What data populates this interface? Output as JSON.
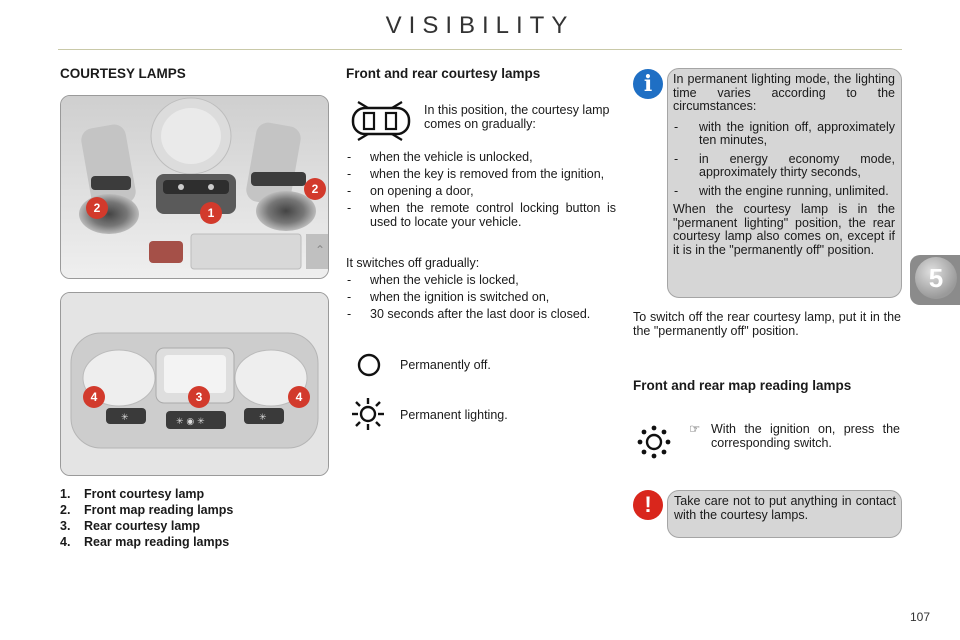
{
  "header": {
    "title": "VISIBILITY"
  },
  "left": {
    "heading": "COURTESY LAMPS",
    "legend": [
      {
        "num": "1.",
        "label": "Front courtesy lamp"
      },
      {
        "num": "2.",
        "label": "Front map reading lamps"
      },
      {
        "num": "3.",
        "label": "Rear courtesy lamp"
      },
      {
        "num": "4.",
        "label": "Rear map reading lamps"
      }
    ],
    "photo_markers_top": [
      "1",
      "2",
      "2"
    ],
    "photo_markers_bottom": [
      "3",
      "4",
      "4"
    ]
  },
  "middle": {
    "heading": "Front and rear courtesy lamps",
    "door_icon_text": "In this position, the courtesy lamp comes on gradually:",
    "on_list": [
      "when the vehicle is unlocked,",
      "when the key is removed from the ignition,",
      "on opening a door,",
      "when the remote control locking button is used to locate your vehicle."
    ],
    "off_intro": "It switches off gradually:",
    "off_list": [
      "when the vehicle is locked,",
      "when the ignition is switched on,",
      "30 seconds after the last door is closed."
    ],
    "perm_off": "Permanently off.",
    "perm_on": "Permanent lighting."
  },
  "right": {
    "info_icon": "i",
    "info_intro": "In permanent lighting mode, the lighting time varies according to the circumstances:",
    "info_list": [
      "with the ignition off, approximately ten minutes,",
      "in energy economy mode, approximately thirty seconds,",
      "with the engine running, unlimited."
    ],
    "info_outro": "When the courtesy lamp is in the \"permanent lighting\" position, the rear courtesy lamp also comes on, except if it is in the \"permanently off\" position.",
    "switch_off_text": "To switch off the rear courtesy lamp, put it in the the \"permanently off\" position.",
    "map_heading": "Front and rear map reading lamps",
    "map_bullet": "☞",
    "map_text": "With the ignition on, press the corresponding switch.",
    "warn_icon": "!",
    "warn_text": "Take care not to put anything in contact with the courtesy lamps."
  },
  "tab": {
    "chapter": "5"
  },
  "footer": {
    "page": "107"
  },
  "colors": {
    "marker_red": "#d23a2c",
    "info_blue": "#1f6fc4",
    "warn_red": "#d9261c",
    "box_grey": "#d6d6d6"
  }
}
